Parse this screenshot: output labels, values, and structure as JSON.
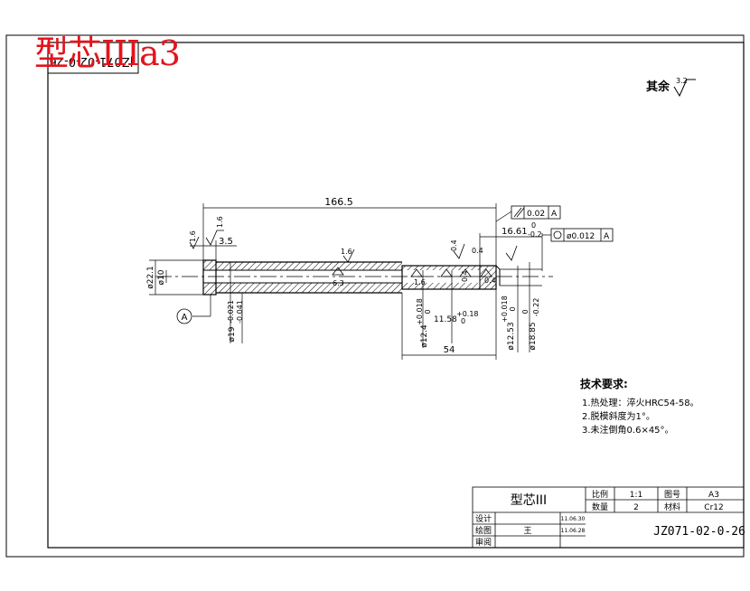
{
  "header_title": "型芯IIIa3",
  "corner_code": "JZ071-02-0-26",
  "surface_note": {
    "label": "其余",
    "value": "3.2"
  },
  "dimensions": {
    "overall_length": "166.5",
    "right_offset": "16.61",
    "right_offset_tol_upper": "0",
    "right_offset_tol_lower": "-0.2",
    "left_step": "3.5",
    "bottom_length": "54",
    "dia_22": "ø22.1",
    "dia_10": "ø10",
    "dia_19": "ø19",
    "dia_19_tol_upper": "-0.021",
    "dia_19_tol_lower": "-0.041",
    "dia_12_4": "ø12.4",
    "dia_12_4_tol_upper": "+0.018",
    "dia_12_4_tol_lower": "0",
    "dim_11_58": "11.58",
    "dim_11_58_tol_upper": "+0.18",
    "dim_11_58_tol_lower": "0",
    "dia_12_53": "ø12.53",
    "dia_12_53_tol_upper": "+0.018",
    "dia_12_53_tol_lower": "0",
    "dia_18_85": "ø18.85",
    "dia_18_85_tol_upper": "0",
    "dia_18_85_tol_lower": "-0.22"
  },
  "roughness": [
    "1.6",
    "1.6",
    "1.6",
    "6.3",
    "1.6",
    "0.4",
    "0.4",
    "0.4",
    "0.4"
  ],
  "geometric_tolerances": [
    {
      "value": "0.02",
      "datum": "A"
    },
    {
      "value": "ø0.012",
      "datum": "A"
    }
  ],
  "datum_label": "A",
  "tech_requirements": {
    "title": "技术要求:",
    "items": [
      "1.热处理：淬火HRC54-58。",
      "2.脱模斜度为1°。",
      "3.未注倒角0.6×45°。"
    ]
  },
  "title_block": {
    "part_name": "型芯III",
    "scale_label": "比例",
    "scale": "1:1",
    "sheet_label": "图号",
    "sheet": "A3",
    "qty_label": "数量",
    "qty": "2",
    "material_label": "材料",
    "material": "Cr12",
    "designer_label": "设计",
    "drafter_label": "绘图",
    "drafter": "王",
    "reviewer_label": "审阅",
    "design_date": "11.06.30",
    "draw_date": "11.06.28",
    "drawing_no": "JZ071-02-0-26"
  },
  "colors": {
    "header": "#e3141c",
    "line": "#000000",
    "hatch": "#000000"
  }
}
